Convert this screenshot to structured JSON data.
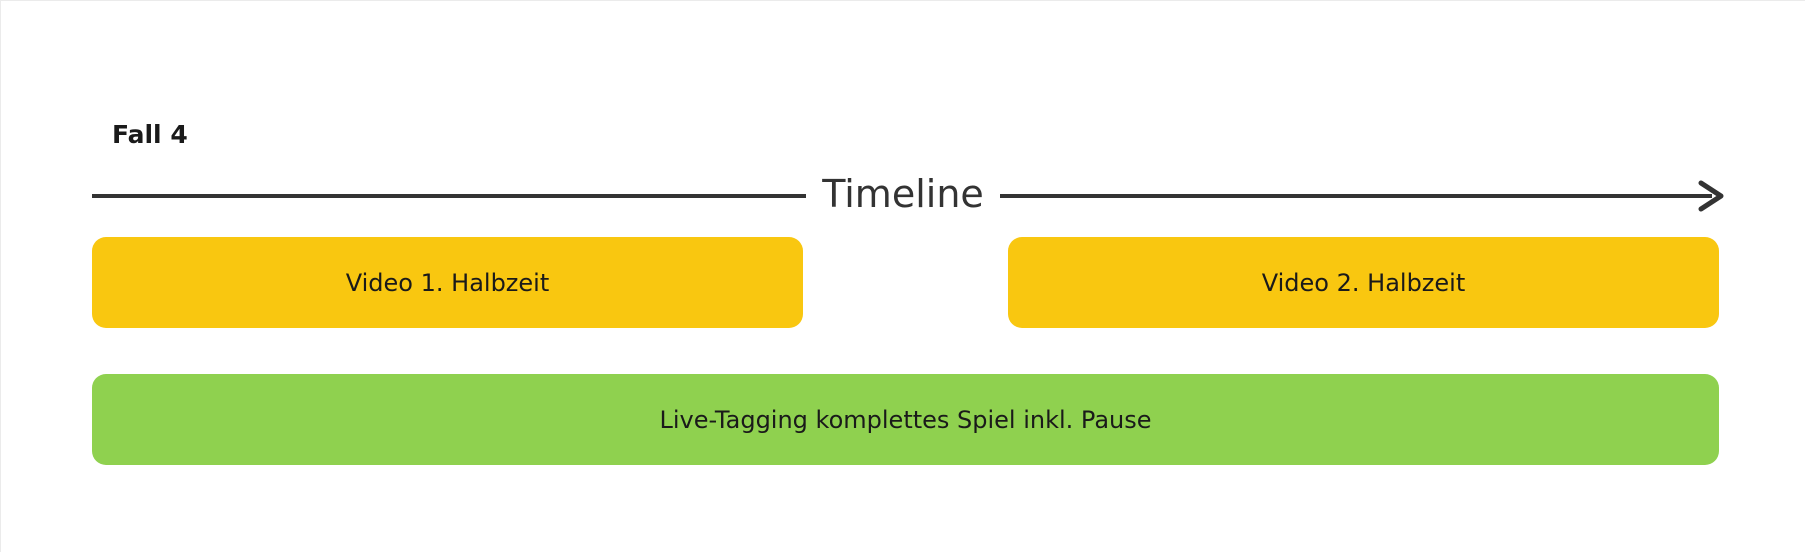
{
  "title": "Fall 4",
  "timeline": {
    "label": "Timeline"
  },
  "boxes": {
    "video1": "Video 1. Halbzeit",
    "video2": "Video 2. Halbzeit",
    "live": "Live-Tagging komplettes Spiel inkl. Pause"
  },
  "colors": {
    "video": "#F9C710",
    "live": "#8FD14F",
    "line": "#333333"
  }
}
